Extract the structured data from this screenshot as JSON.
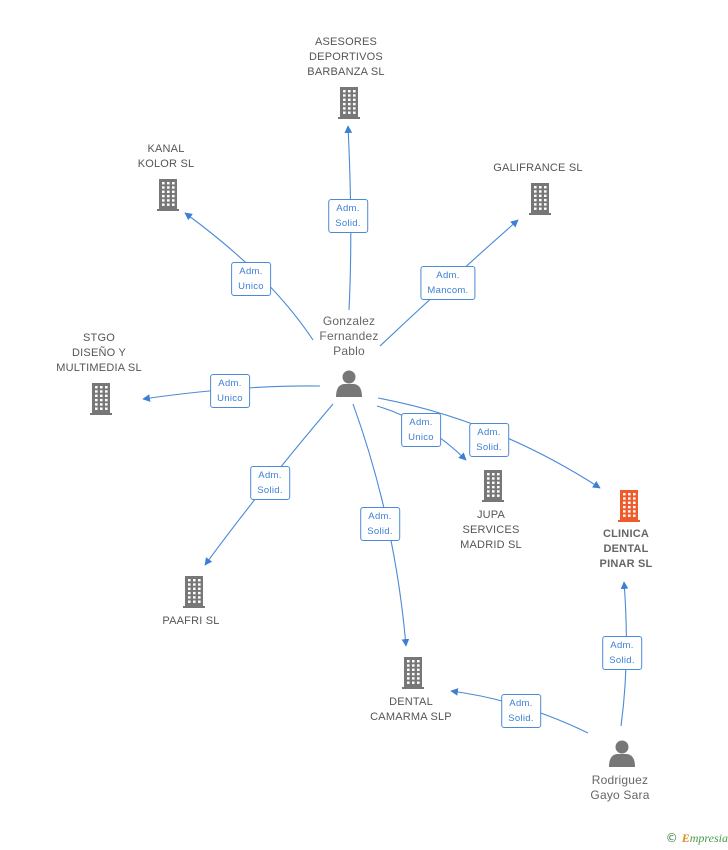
{
  "colors": {
    "edge": "#4a8ad8",
    "building": "#777777",
    "building_main": "#ef5b2b",
    "person": "#777777"
  },
  "nodes": {
    "center": {
      "type": "person",
      "label": "Gonzalez\nFernandez\nPablo"
    },
    "asesores": {
      "type": "company",
      "label": "ASESORES\nDEPORTIVOS\nBARBANZA  SL"
    },
    "kanal": {
      "type": "company",
      "label": "KANAL\nKOLOR SL"
    },
    "galifrance": {
      "type": "company",
      "label": "GALIFRANCE SL"
    },
    "stgo": {
      "type": "company",
      "label": "STGO\nDISEÑO Y\nMULTIMEDIA  SL"
    },
    "jupa": {
      "type": "company",
      "label": "JUPA\nSERVICES\nMADRID  SL"
    },
    "clinica": {
      "type": "company_main",
      "label": "CLINICA\nDENTAL\nPINAR SL"
    },
    "paafri": {
      "type": "company",
      "label": "PAAFRI SL"
    },
    "dental": {
      "type": "company",
      "label": "DENTAL\nCAMARMA SLP"
    },
    "rodriguez": {
      "type": "person",
      "label": "Rodriguez\nGayo Sara"
    }
  },
  "edges": {
    "to_asesores": "Adm.\nSolid.",
    "to_kanal": "Adm.\nUnico",
    "to_galifrance": "Adm.\nMancom.",
    "to_stgo": "Adm.\nUnico",
    "to_jupa": "Adm.\nUnico",
    "to_clinica": "Adm.\nSolid.",
    "to_paafri": "Adm.\nSolid.",
    "to_dental": "Adm.\nSolid.",
    "rod_to_clinica": "Adm.\nSolid.",
    "rod_to_dental": "Adm.\nSolid."
  },
  "footer": {
    "copyright": "©",
    "brand_initial": "E",
    "brand_rest": "mpresia"
  }
}
